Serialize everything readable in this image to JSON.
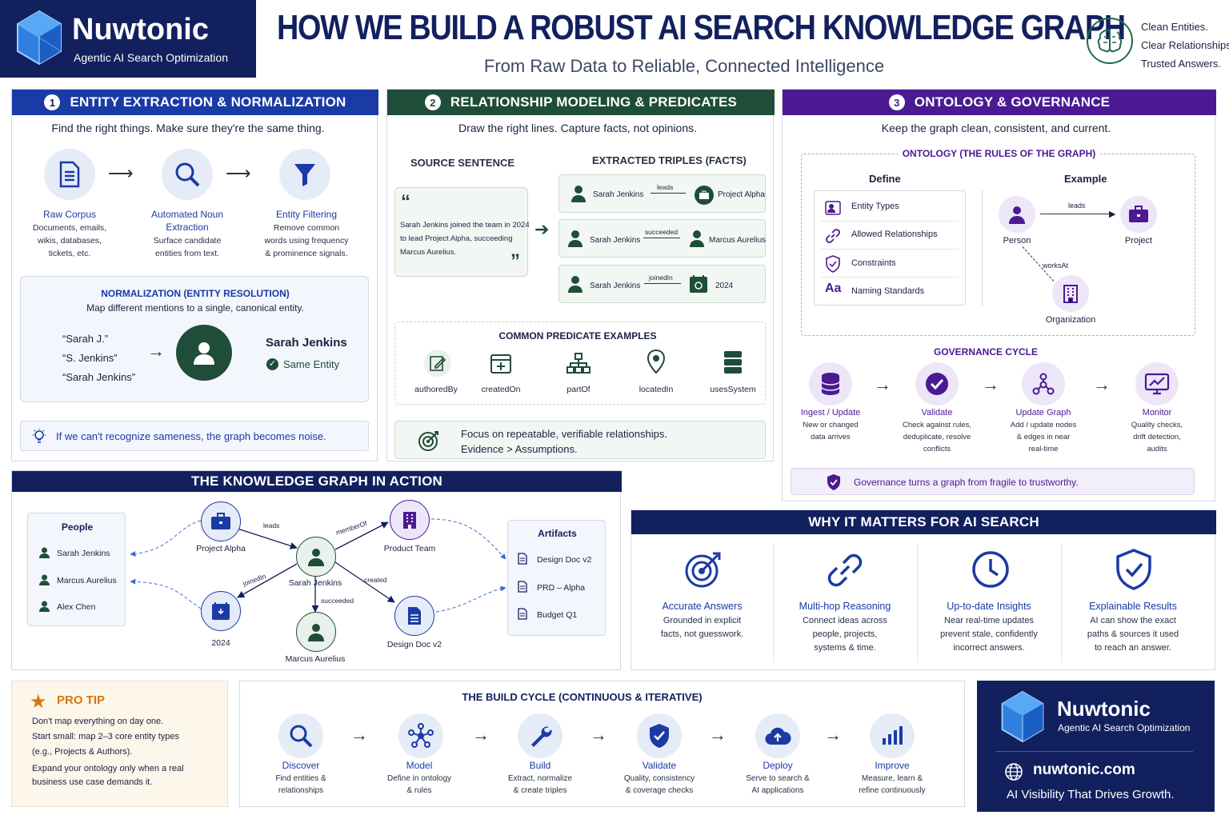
{
  "brand": {
    "name": "Nuwtonic",
    "tagline": "Agentic AI Search Optimization"
  },
  "header": {
    "title": "HOW WE BUILD A ROBUST AI SEARCH KNOWLEDGE GRAPH",
    "subtitle": "From Raw Data to Reliable, Connected Intelligence",
    "badges": [
      "Clean Entities.",
      "Clear Relationships.",
      "Trusted Answers."
    ]
  },
  "s1": {
    "num": "1",
    "title": "ENTITY EXTRACTION & NORMALIZATION",
    "intro": "Find the right things. Make sure they're the same thing.",
    "steps": [
      {
        "title": "Raw Corpus",
        "desc": [
          "Documents, emails,",
          "wikis, databases,",
          "tickets, etc."
        ]
      },
      {
        "title": "Automated Noun",
        "title2": "Extraction",
        "desc": [
          "Surface candidate",
          "entities from text."
        ]
      },
      {
        "title": "Entity Filtering",
        "desc": [
          "Remove common",
          "words using frequency",
          "& prominence signals."
        ]
      }
    ],
    "norm": {
      "title": "NORMALIZATION (ENTITY RESOLUTION)",
      "desc": "Map different mentions to a single, canonical entity.",
      "mentions": [
        "“Sarah J.”",
        "“S. Jenkins”",
        "“Sarah Jenkins”"
      ],
      "canonical": "Sarah Jenkins",
      "same": "Same Entity"
    },
    "tip": "If we can't recognize sameness, the graph becomes noise."
  },
  "s2": {
    "num": "2",
    "title": "RELATIONSHIP MODELING & PREDICATES",
    "intro": "Draw the right lines. Capture facts, not opinions.",
    "source_label": "SOURCE SENTENCE",
    "triples_label": "EXTRACTED TRIPLES (FACTS)",
    "sentence": [
      "Sarah Jenkins joined the team in 2024",
      "to lead Project Alpha, succeeding",
      "Marcus Aurelius."
    ],
    "triples": [
      {
        "s": "Sarah Jenkins",
        "p": "leads",
        "o": "Project Alpha"
      },
      {
        "s": "Sarah Jenkins",
        "p": "succeeded",
        "o": "Marcus Aurelius"
      },
      {
        "s": "Sarah Jenkins",
        "p": "joinedIn",
        "o": "2024"
      }
    ],
    "pred_title": "COMMON PREDICATE EXAMPLES",
    "preds": [
      "authoredBy",
      "createdOn",
      "partOf",
      "locatedIn",
      "usesSystem"
    ],
    "focus": [
      "Focus on repeatable, verifiable relationships.",
      "Evidence > Assumptions."
    ]
  },
  "s3": {
    "num": "3",
    "title": "ONTOLOGY & GOVERNANCE",
    "intro": "Keep the graph clean, consistent, and current.",
    "ont_title": "ONTOLOGY (THE RULES OF THE GRAPH)",
    "define_label": "Define",
    "example_label": "Example",
    "define": [
      "Entity Types",
      "Allowed Relationships",
      "Constraints",
      "Naming Standards"
    ],
    "example": {
      "person": "Person",
      "project": "Project",
      "org": "Organization",
      "leads": "leads",
      "worksAt": "worksAt"
    },
    "gov_title": "GOVERNANCE CYCLE",
    "gov": [
      {
        "title": "Ingest / Update",
        "desc": [
          "New or changed",
          "data arrives"
        ]
      },
      {
        "title": "Validate",
        "desc": [
          "Check against rules,",
          "deduplicate, resolve",
          "conflicts"
        ]
      },
      {
        "title": "Update Graph",
        "desc": [
          "Add / update nodes",
          "& edges in near",
          "real-time"
        ]
      },
      {
        "title": "Monitor",
        "desc": [
          "Quality checks,",
          "drift detection,",
          "audits"
        ]
      }
    ],
    "gov_note": "Governance turns a graph from fragile to trustworthy."
  },
  "kg": {
    "title": "THE KNOWLEDGE GRAPH IN ACTION",
    "people_title": "People",
    "people": [
      "Sarah Jenkins",
      "Marcus Aurelius",
      "Alex Chen"
    ],
    "artifacts_title": "Artifacts",
    "artifacts": [
      "Design Doc v2",
      "PRD – Alpha",
      "Budget Q1"
    ],
    "nodes": {
      "project": "Project Alpha",
      "team": "Product Team",
      "sarah": "Sarah Jenkins",
      "year": "2024",
      "marcus": "Marcus Aurelius",
      "doc": "Design Doc v2"
    },
    "edges": {
      "leads": "leads",
      "memberOf": "memberOf",
      "joinedIn": "joinedIn",
      "created": "created",
      "succeeded": "succeeded"
    }
  },
  "why": {
    "title": "WHY IT MATTERS FOR AI SEARCH",
    "items": [
      {
        "title": "Accurate Answers",
        "desc": [
          "Grounded in explicit",
          "facts, not guesswork."
        ]
      },
      {
        "title": "Multi-hop Reasoning",
        "desc": [
          "Connect ideas across",
          "people, projects,",
          "systems & time."
        ]
      },
      {
        "title": "Up-to-date Insights",
        "desc": [
          "Near real-time updates",
          "prevent stale, confidently",
          "incorrect answers."
        ]
      },
      {
        "title": "Explainable Results",
        "desc": [
          "AI can show the exact",
          "paths & sources it used",
          "to reach an answer."
        ]
      }
    ]
  },
  "tip": {
    "title": "PRO TIP",
    "lines": [
      "Don't map everything on day one.",
      "Start small: map 2–3 core entity types",
      "(e.g., Projects & Authors).",
      "Expand your ontology only when a real",
      "business use case demands it."
    ]
  },
  "cycle": {
    "title": "THE BUILD CYCLE (CONTINUOUS & ITERATIVE)",
    "steps": [
      {
        "title": "Discover",
        "desc": [
          "Find entities &",
          "relationships"
        ]
      },
      {
        "title": "Model",
        "desc": [
          "Define in ontology",
          "& rules"
        ]
      },
      {
        "title": "Build",
        "desc": [
          "Extract, normalize",
          "& create triples"
        ]
      },
      {
        "title": "Validate",
        "desc": [
          "Quality, consistency",
          "& coverage checks"
        ]
      },
      {
        "title": "Deploy",
        "desc": [
          "Serve to search &",
          "AI applications"
        ]
      },
      {
        "title": "Improve",
        "desc": [
          "Measure, learn &",
          "refine continuously"
        ]
      }
    ]
  },
  "footer": {
    "site": "nuwtonic.com",
    "slogan": "AI Visibility That Drives Growth."
  },
  "colors": {
    "navy": "#13205e",
    "green": "#1f4d3a",
    "purple": "#4b1a92",
    "blue": "#1f3a9e",
    "orange": "#d97706"
  }
}
